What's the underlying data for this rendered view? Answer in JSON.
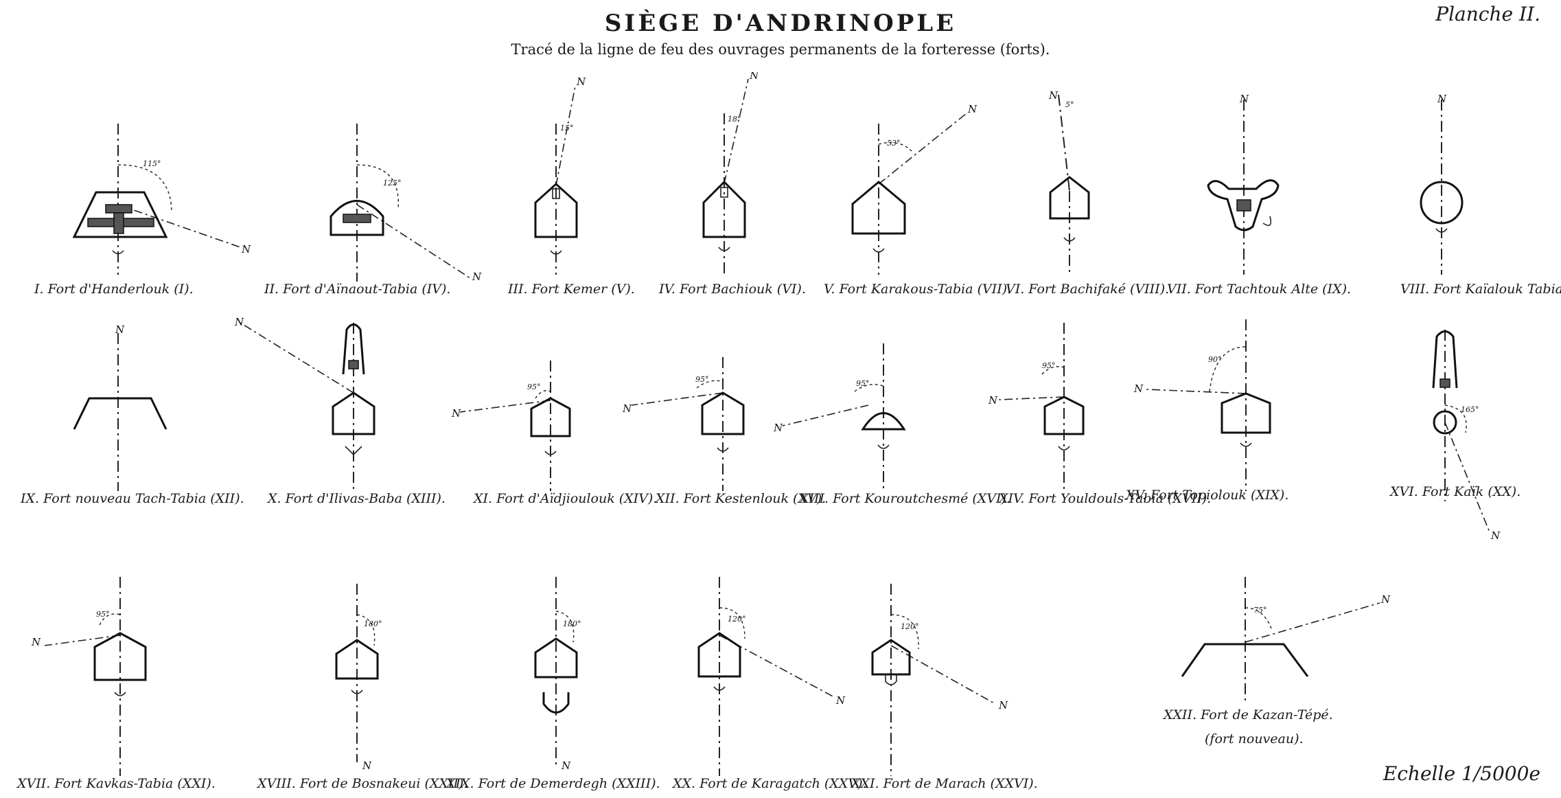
{
  "header": {
    "title": "SIÈGE D'ANDRINOPLE",
    "subtitle": "Tracé de la ligne de feu des ouvrages permanents de la forteresse (forts).",
    "plate": "Planche II."
  },
  "north_label": "N",
  "forts": [
    {
      "caption": "I. Fort d'Handerlouk (I).",
      "angle": "115°"
    },
    {
      "caption": "II. Fort d'Aïnaout-Tabia (IV).",
      "angle": "125°"
    },
    {
      "caption": "III. Fort Kemer (V).",
      "angle": "15°"
    },
    {
      "caption": "IV. Fort Bachiouk (VI).",
      "angle": "18°"
    },
    {
      "caption": "V. Fort Karakous-Tabia (VII).",
      "angle": "53°"
    },
    {
      "caption": "VI. Fort Bachifaké (VIII).",
      "angle": "5°"
    },
    {
      "caption": "VII. Fort Tachtouk Alte (IX).",
      "angle": ""
    },
    {
      "caption": "VIII. Fort Kaïalouk Tabia (X).",
      "angle": ""
    },
    {
      "caption": "IX. Fort nouveau Tach-Tabia (XII).",
      "angle": ""
    },
    {
      "caption": "X. Fort d'Ilivas-Baba (XIII).",
      "angle": ""
    },
    {
      "caption": "XI. Fort d'Aïdjioulouk (XIV).",
      "angle": "95°"
    },
    {
      "caption": "XII. Fort Kestenlouk (XV).",
      "angle": "95°"
    },
    {
      "caption": "XIII. Fort Kouroutchesmé (XVI).",
      "angle": "95°"
    },
    {
      "caption": "XIV. Fort Youldouls-Tabia (XVII).",
      "angle": "95°"
    },
    {
      "caption": "XV. Fort Topiolouk (XIX).",
      "angle": "90°"
    },
    {
      "caption": "XVI. Fort Kaïk (XX).",
      "angle": "165°"
    },
    {
      "caption": "XVII. Fort Kavkas-Tabia (XXI).",
      "angle": "95°"
    },
    {
      "caption": "XVIII. Fort de Bosnakeui (XXII).",
      "angle": "180°"
    },
    {
      "caption": "XIX. Fort de Demerdegh (XXIII).",
      "angle": "180°"
    },
    {
      "caption": "XX. Fort de Karagatch (XXV).",
      "angle": "120°"
    },
    {
      "caption": "XXI. Fort de Marach (XXVI).",
      "angle": "120°"
    },
    {
      "caption": "XXII. Fort de Kazan-Tépé.",
      "angle": "75°"
    }
  ],
  "fort22_note": "(fort nouveau).",
  "scale": "Echelle 1/5000e"
}
